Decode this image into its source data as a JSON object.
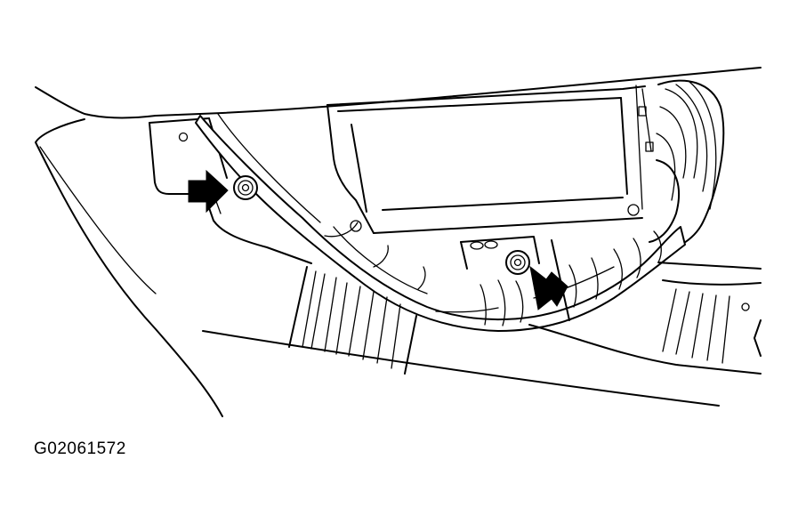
{
  "figure": {
    "code": "G02061572",
    "line_color": "#000000",
    "background": "#ffffff",
    "callouts": [
      {
        "name": "bolt-left",
        "icon": "bolt-icon"
      },
      {
        "name": "bolt-right",
        "icon": "bolt-icon"
      }
    ],
    "arrows": [
      {
        "name": "arrow-left",
        "icon": "arrow-right-icon"
      },
      {
        "name": "arrow-right",
        "icon": "arrow-left-icon"
      }
    ]
  }
}
